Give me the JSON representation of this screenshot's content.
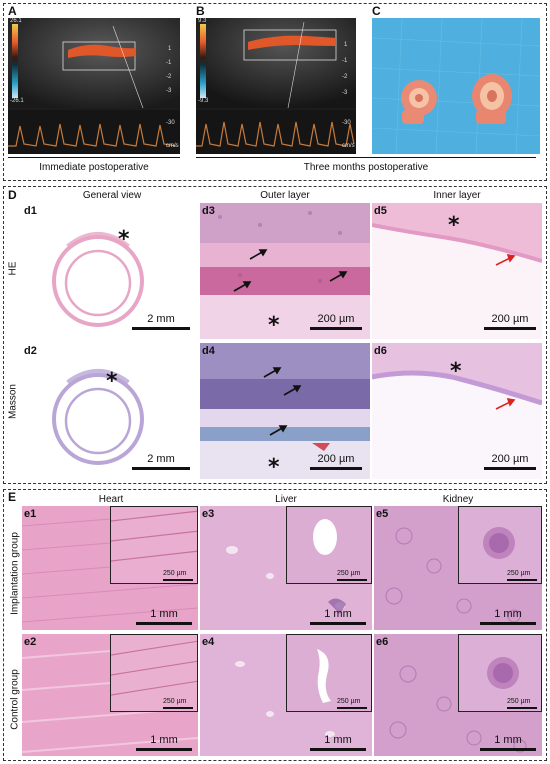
{
  "panel_labels": {
    "A": "A",
    "B": "B",
    "C": "C",
    "D": "D",
    "E": "E"
  },
  "section_a": {
    "caption": "Immediate postoperative",
    "scale_top": "26.1",
    "scale_bottom": "-26.1",
    "ticks": [
      "1",
      "-1",
      "-2",
      "-3"
    ],
    "doppler_axis": [
      "-30",
      "cm/s"
    ]
  },
  "section_b": {
    "caption": "Three months postoperative",
    "scale_top": "9.3",
    "scale_bottom": "-9.3",
    "ticks": [
      "1",
      "-1",
      "-2",
      "-3"
    ],
    "doppler_axis": [
      "-30",
      "cm/s"
    ]
  },
  "section_d": {
    "columns": [
      "General view",
      "Outer layer",
      "Inner layer"
    ],
    "rows": [
      "HE",
      "Masson"
    ],
    "sublabels": [
      "d1",
      "d2",
      "d3",
      "d4",
      "d5",
      "d6"
    ],
    "asterisk": "*",
    "scalebars": [
      "2 mm",
      "200 µm",
      "200 µm",
      "2 mm",
      "200 µm",
      "200 µm"
    ]
  },
  "section_e": {
    "columns": [
      "Heart",
      "Liver",
      "Kidney"
    ],
    "rows": [
      "Implantation group",
      "Control group"
    ],
    "sublabels": [
      "e1",
      "e3",
      "e5",
      "e2",
      "e4",
      "e6"
    ],
    "scalebar": "1 mm",
    "inset_scalebar": "250 µm"
  },
  "colors": {
    "he_pink": "#e7a6c6",
    "masson_purple": "#b9a6d6",
    "tissue_pink": "#d99ac3",
    "ultrasound_bg": "#1c1c1c",
    "photo_blue": "#5bb9e6"
  }
}
